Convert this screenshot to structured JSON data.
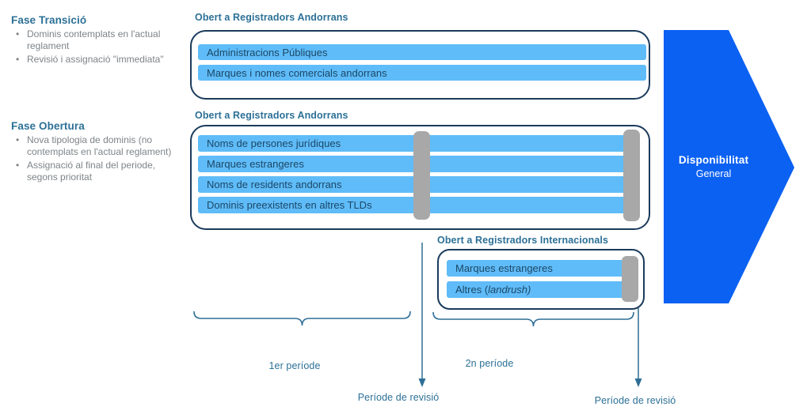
{
  "left_panel": {
    "phases": [
      {
        "title": "Fase Transició",
        "bullets": [
          "Dominis contemplats en l'actual reglament",
          "Revisió i assignació \"immediata\""
        ]
      },
      {
        "title": "Fase Obertura",
        "bullets": [
          "Nova tipologia de dominis (no contemplats en l'actual reglament)",
          "Assignació al final del periode, segons prioritat"
        ]
      }
    ]
  },
  "groups": [
    {
      "title": "Obert a Registradors Andorrans",
      "bars": [
        "Administracions Públiques",
        "Marques i nomes comercials andorrans"
      ]
    },
    {
      "title": "Obert a Registradors Andorrans",
      "bars": [
        "Noms de persones jurídiques",
        "Marques estrangeres",
        "Noms de residents andorrans",
        "Dominis preexistents en altres TLDs"
      ]
    },
    {
      "title": "Obert a Registradors Internacionals",
      "bars": [
        "Marques estrangeres"
      ],
      "landrush_bar": {
        "prefix": "Altres (",
        "italic": "landrush)"
      }
    }
  ],
  "availability_arrow": {
    "line1": "Disponibilitat",
    "line2": "General"
  },
  "timeline": {
    "period1": "1er període",
    "period2": "2n període",
    "review1": "Període de revisió",
    "review2": "Període de revisió"
  },
  "colors": {
    "bar_blue": "#5FBCF8",
    "arrow_blue": "#0B61F2",
    "box_border_navy": "#1B3B5C",
    "marker_gray": "#A8A8A8",
    "heading_teal": "#2C7096",
    "bullet_gray": "#7E8488",
    "bar_text_navy": "#1B4767"
  }
}
